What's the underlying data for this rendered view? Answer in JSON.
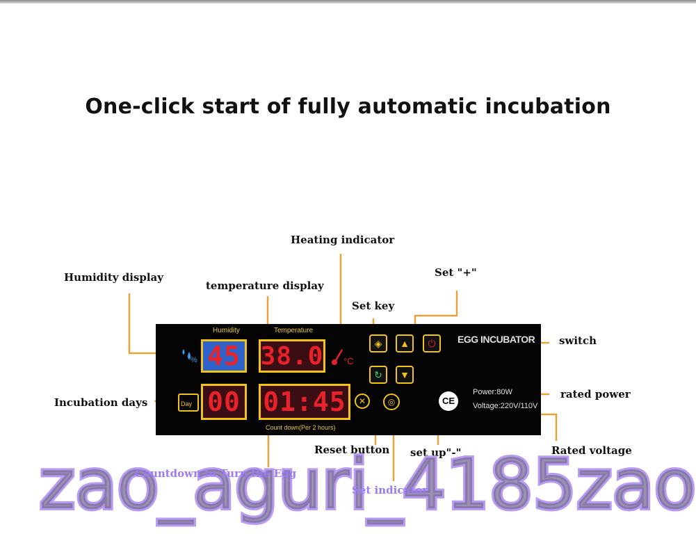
{
  "title": "One-click start of fully automatic incubation",
  "callouts": {
    "heating_indicator": "Heating indicator",
    "humidity_display": "Humidity display",
    "temperature_display": "temperature display",
    "set_key": "Set key",
    "set_plus": "Set \"+\"",
    "switch": "switch",
    "incubation_days": "Incubation days",
    "rated_power": "rated power",
    "reset_button": "Reset button",
    "set_up_minus": "set up\"-\"",
    "rated_voltage": "Rated voltage",
    "countdown": "Countdown to Turn the Egg",
    "set_indicator": "Set indicator"
  },
  "panel": {
    "humidity_label": "Humidity",
    "temperature_label": "Temperature",
    "humidity_value": "45",
    "temperature_value": "38.0",
    "days_value": "00",
    "countdown_value": "01:45",
    "day_label": "Day",
    "unit_celsius": "°C",
    "humidity_unit": "%",
    "countdown_label": "Count down(Per 2 hours)",
    "brand": "EGG INCUBATOR",
    "power": "Power:80W",
    "voltage": "Voltage:220V/110V",
    "ce_mark": "CE"
  },
  "watermark": "zao_aguri_4185zao",
  "colors": {
    "accent_yellow": "#f2c419",
    "segment_red": "#e8222a",
    "humidity_blue": "#2d63c8",
    "callout_line": "#e8a23a"
  }
}
